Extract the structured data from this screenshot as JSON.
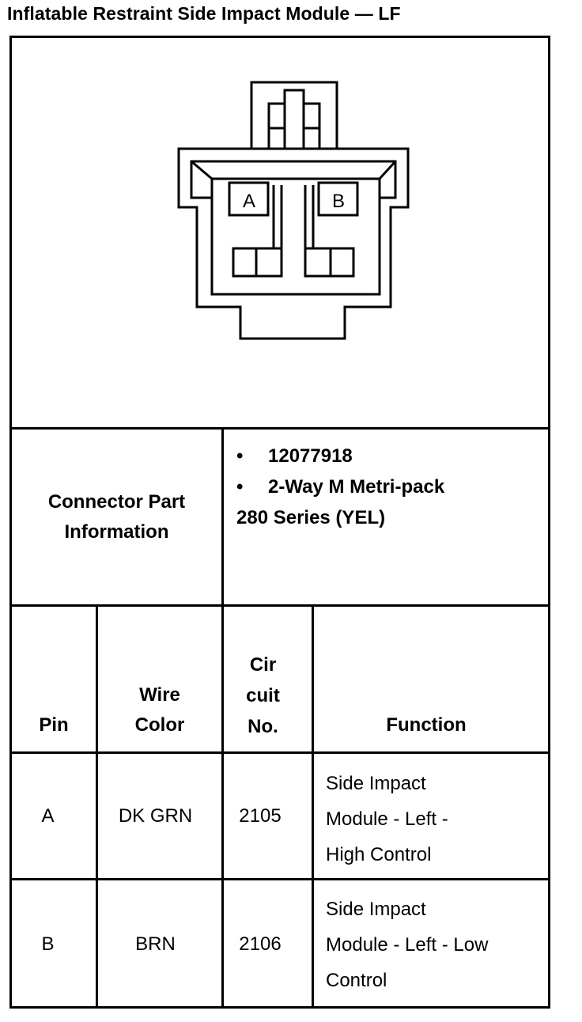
{
  "title": "Inflatable Restraint Side Impact Module — LF",
  "connector": {
    "pin_labels": [
      "A",
      "B"
    ]
  },
  "part_info": {
    "label_line1": "Connector Part",
    "label_line2": "Information",
    "bullets": [
      "12077918",
      "2-Way M Metri-pack"
    ],
    "continuation": "280 Series (YEL)",
    "bullet_char": "•"
  },
  "table": {
    "headers": {
      "pin": "Pin",
      "wire_color": [
        "Wire",
        "Color"
      ],
      "circuit": [
        "Cir",
        "cuit",
        "No."
      ],
      "function": "Function"
    },
    "rows": [
      {
        "pin": "A",
        "wire_color": "DK GRN",
        "circuit": "2105",
        "function": [
          "Side Impact",
          "Module - Left -",
          "High Control"
        ]
      },
      {
        "pin": "B",
        "wire_color": "BRN",
        "circuit": "2106",
        "function": [
          "Side Impact",
          "Module - Left - Low",
          "Control"
        ]
      }
    ]
  }
}
